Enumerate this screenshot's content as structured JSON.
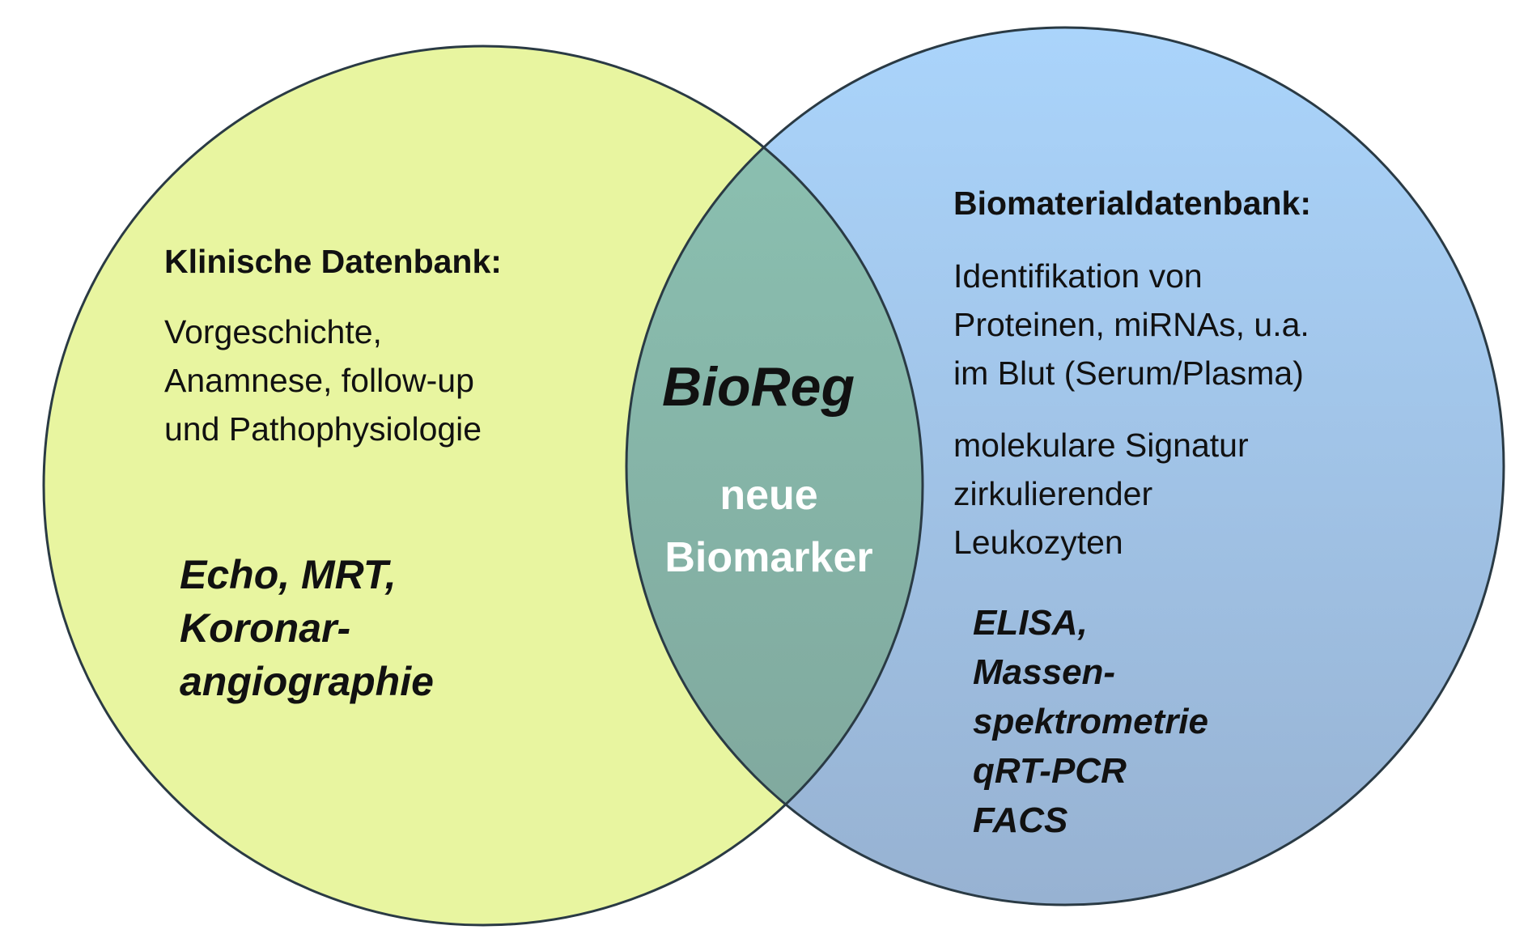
{
  "colors": {
    "left_circle_fill": "#e8f5a0",
    "right_circle_top": "#a8d3fb",
    "right_circle_bottom": "#98b4d4",
    "overlap_fill": "#7fb0a5",
    "outline": "#2a3a44",
    "center_text": "#ffffff"
  },
  "left": {
    "heading": "Klinische Datenbank:",
    "lines": [
      "Vorgeschichte,",
      "Anamnese, follow-up",
      "und Pathophysiologie"
    ],
    "methods": [
      "Echo, MRT,",
      "Koronar-",
      "angiographie"
    ]
  },
  "center": {
    "brand": "BioReg",
    "label_lines": [
      "neue",
      "Biomarker"
    ]
  },
  "right": {
    "heading": "Biomaterialdatenbank:",
    "block1": [
      "Identifikation von",
      "Proteinen, miRNAs, u.a.",
      "im Blut (Serum/Plasma)"
    ],
    "block2": [
      "molekulare Signatur",
      "zirkulierender",
      "Leukozyten"
    ],
    "methods": [
      "ELISA,",
      "Massen-",
      "spektrometrie",
      "qRT-PCR",
      "FACS"
    ]
  }
}
